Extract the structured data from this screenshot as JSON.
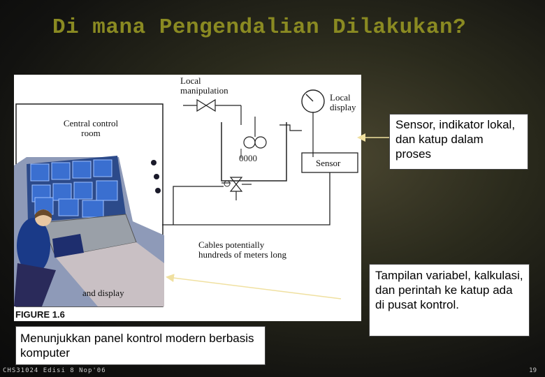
{
  "slide": {
    "title": "Di mana Pengendalian Dilakukan?",
    "footer_left": "CHS31024 Edisi 8 Nop'06",
    "footer_right": "19"
  },
  "figure": {
    "local_manipulation": "Local manipulation",
    "local_display": "Local display",
    "central_control_room": "Central control room",
    "sensor": "Sensor",
    "cables": "Cables potentially hundreds of meters long",
    "and_display": "and display",
    "caption": "FIGURE 1.6"
  },
  "callouts": {
    "top_right": "Sensor, indikator lokal, dan katup dalam proses",
    "bottom_right": "Tampilan variabel, kalkulasi, dan perintah ke katup ada di pusat kontrol.",
    "bottom_left": "Menunjukkan panel kontrol modern berbasis komputer"
  }
}
